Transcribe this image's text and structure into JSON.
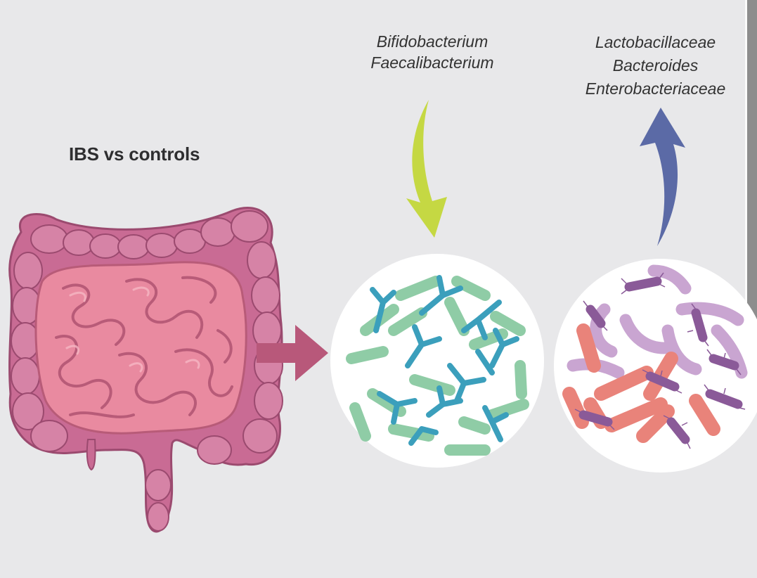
{
  "title": "IBS vs controls",
  "decreased_taxa": [
    "Bifidobacterium",
    "Faecalibacterium"
  ],
  "increased_taxa": [
    "Lactobacillaceae",
    "Bacteroides",
    "Enterobacteriaceae"
  ],
  "colors": {
    "background": "#e8e8ea",
    "colon": "#c96b94",
    "small_intestine": "#e98aa0",
    "flow_arrow": "#b8587a",
    "decrease_arrow": "#c5d843",
    "increase_arrow": "#5b6aa6",
    "control_bacteria_rod": "#8fcca6",
    "control_bacteria_branched": "#3b9fbc",
    "ibs_bacteria_rod": "#e9837a",
    "ibs_bacteria_lilac": "#c9a5d1",
    "ibs_bacteria_purple": "#8a5a98"
  },
  "icons": {
    "intestine": "intestine-icon",
    "flow_arrow": "right-arrow-icon",
    "decrease_arrow": "down-curved-arrow-icon",
    "increase_arrow": "up-curved-arrow-icon",
    "control_microbiota": "bacteria-circle-icon",
    "ibs_microbiota": "bacteria-circle-icon"
  }
}
